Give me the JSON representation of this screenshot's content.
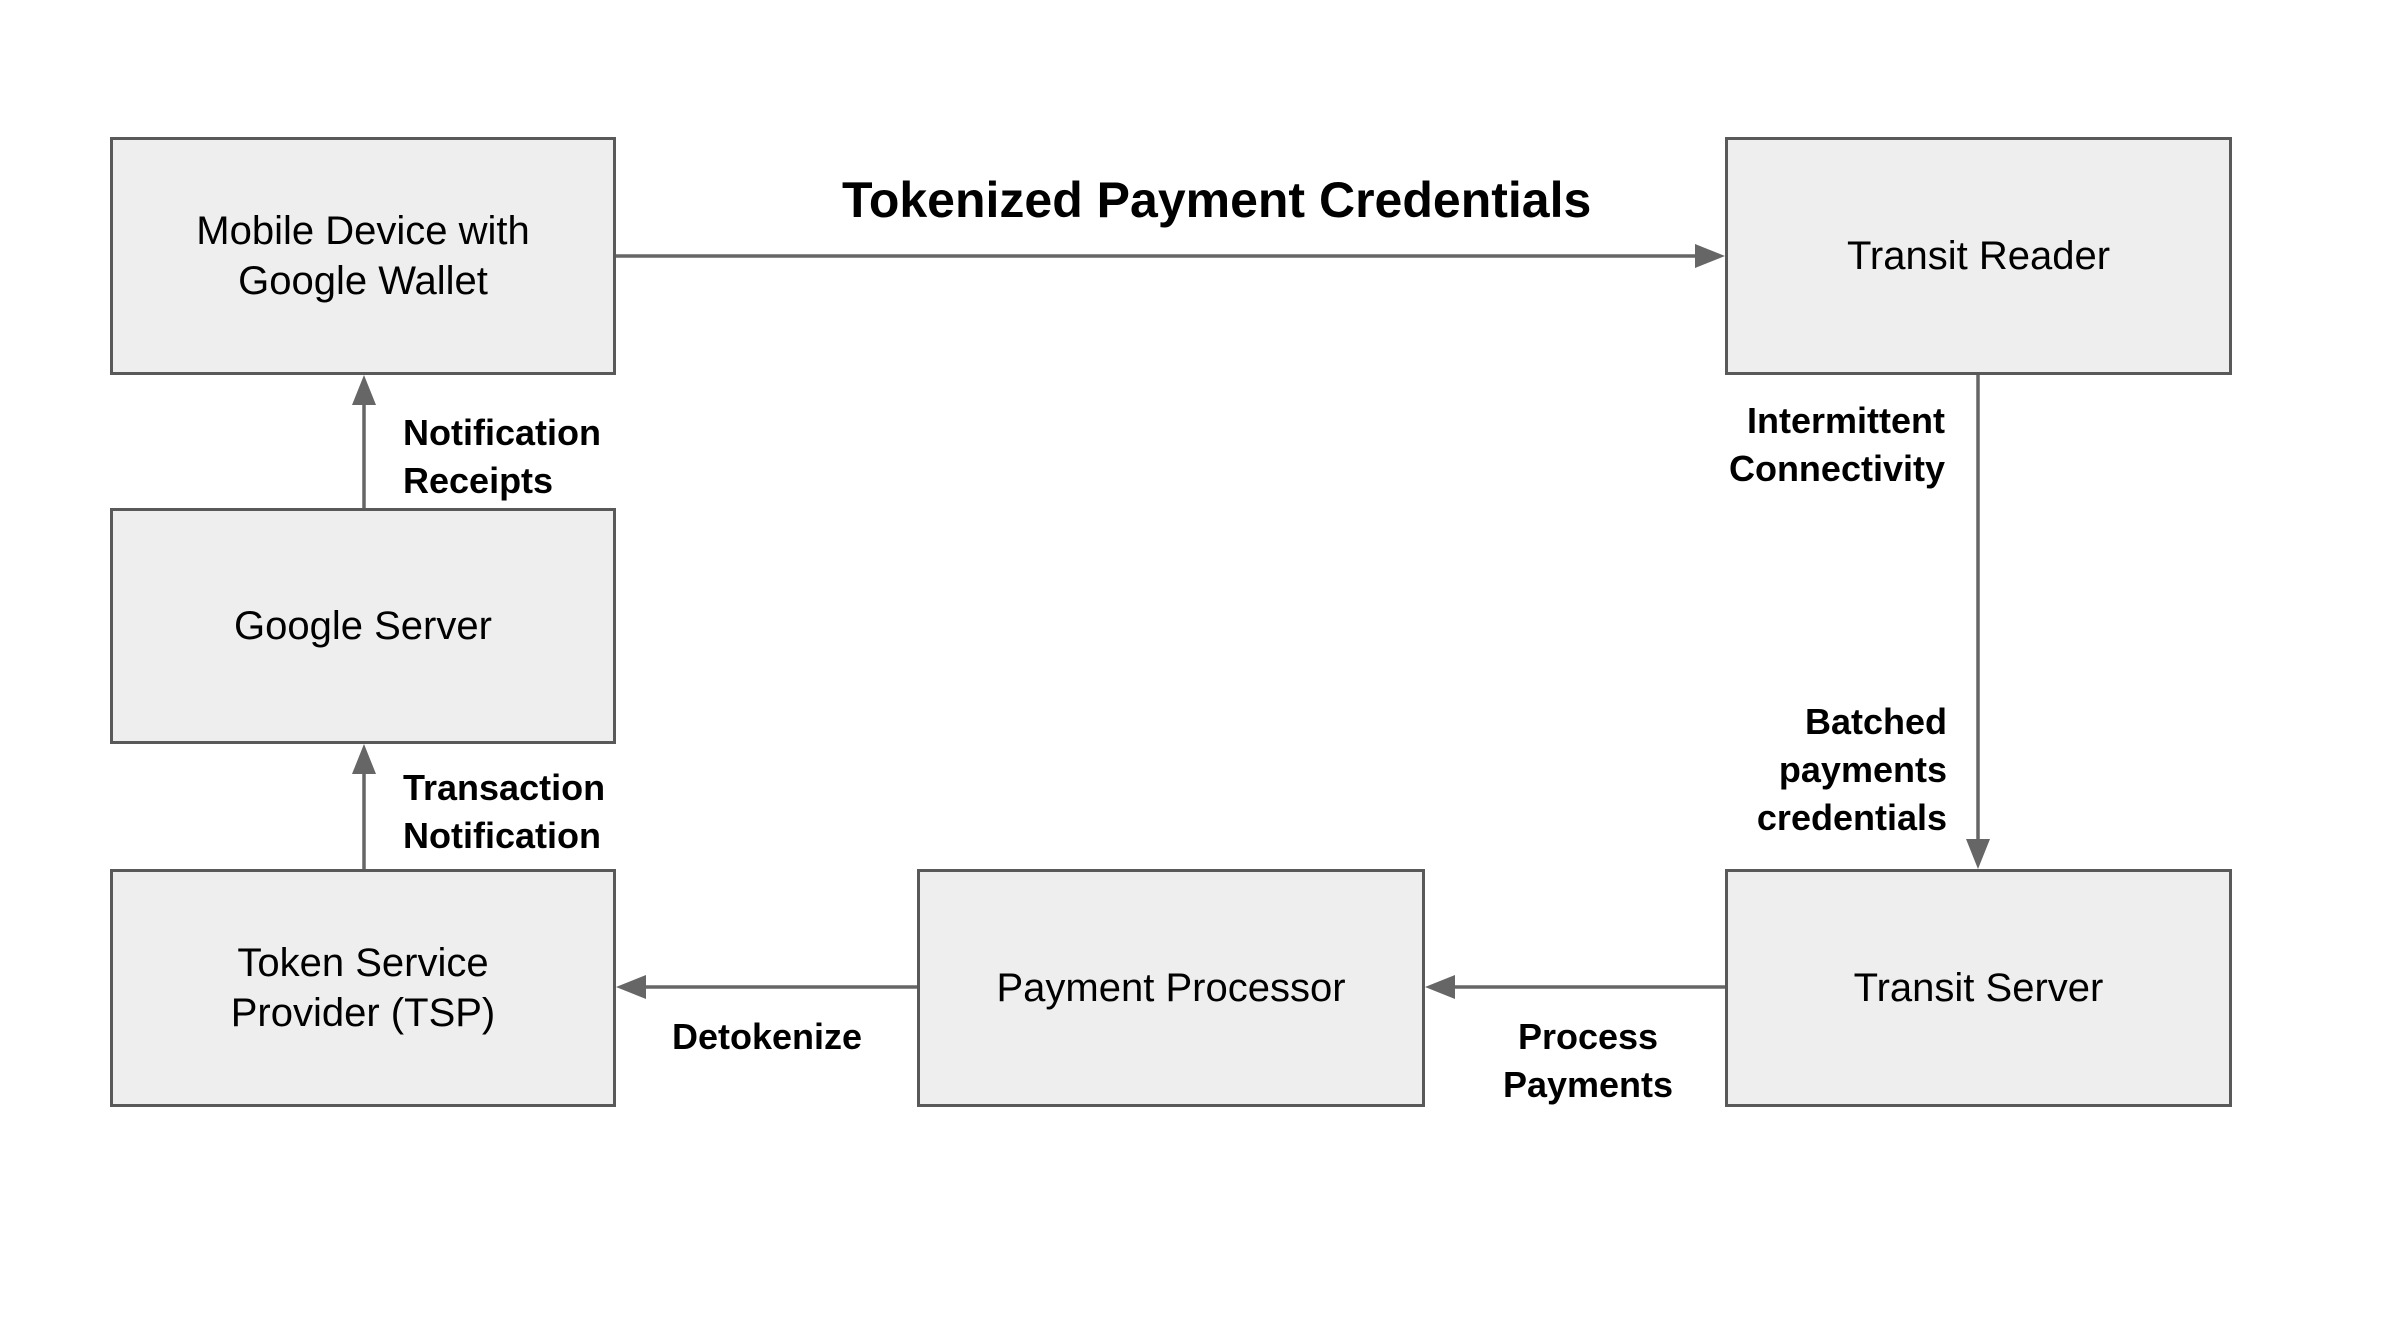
{
  "diagram": {
    "colors": {
      "background": "#ffffff",
      "node_fill": "#eeeeee",
      "node_border": "#595959",
      "arrow": "#666666",
      "text": "#000000"
    },
    "nodes": {
      "mobile_device": {
        "label": "Mobile Device with Google Wallet"
      },
      "transit_reader": {
        "label": "Transit Reader"
      },
      "google_server": {
        "label": "Google Server"
      },
      "tsp": {
        "label": "Token Service Provider (TSP)"
      },
      "payment_processor": {
        "label": "Payment Processor"
      },
      "transit_server": {
        "label": "Transit Server"
      }
    },
    "edges": {
      "tokenized": {
        "from": "mobile_device",
        "to": "transit_reader",
        "label": "Tokenized Payment Credentials"
      },
      "intermittent": {
        "from": "transit_reader",
        "to": "transit_server",
        "label": "Intermittent\nConnectivity"
      },
      "batched": {
        "from": "transit_reader",
        "to": "transit_server",
        "label": "Batched\npayments\ncredentials"
      },
      "process": {
        "from": "transit_server",
        "to": "payment_processor",
        "label": "Process\nPayments"
      },
      "detokenize": {
        "from": "payment_processor",
        "to": "tsp",
        "label": "Detokenize"
      },
      "transaction": {
        "from": "tsp",
        "to": "google_server",
        "label": "Transaction\nNotification"
      },
      "notification": {
        "from": "google_server",
        "to": "mobile_device",
        "label": "Notification\nReceipts"
      }
    }
  }
}
